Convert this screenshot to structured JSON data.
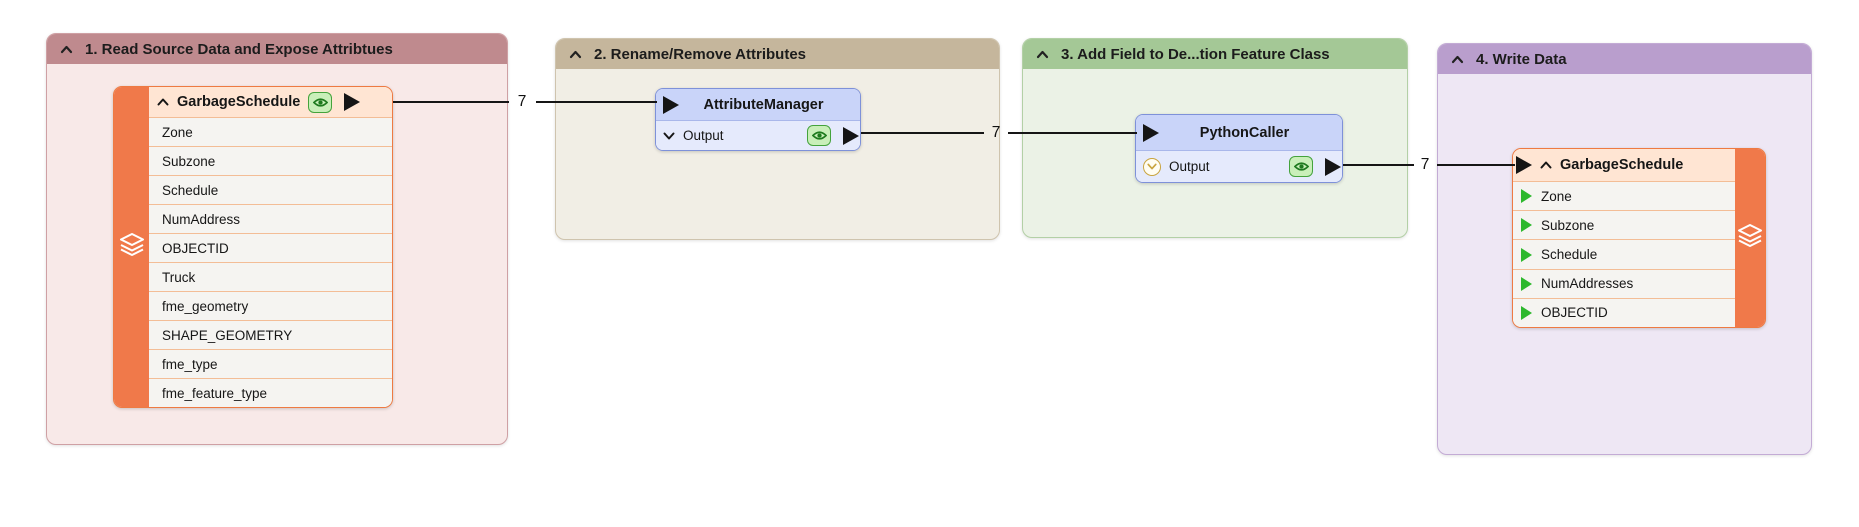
{
  "bookmarks": [
    {
      "title": "1. Read Source Data and Expose Attribtues",
      "header_color": "#bf8a8e",
      "body_color": "#f8e9e8"
    },
    {
      "title": "2. Rename/Remove Attributes",
      "header_color": "#c5b69c",
      "body_color": "#f1eee5"
    },
    {
      "title": "3. Add Field to De...tion Feature Class",
      "header_color": "#a4c896",
      "body_color": "#ebf2e6"
    },
    {
      "title": "4. Write Data",
      "header_color": "#b99ecd",
      "body_color": "#eee7f4"
    }
  ],
  "nodes": {
    "reader": {
      "title": "GarbageSchedule",
      "attributes": [
        "Zone",
        "Subzone",
        "Schedule",
        "NumAddress",
        "OBJECTID",
        "Truck",
        "fme_geometry",
        "SHAPE_GEOMETRY",
        "fme_type",
        "fme_feature_type"
      ]
    },
    "attribute_manager": {
      "title": "AttributeManager",
      "output_label": "Output"
    },
    "python_caller": {
      "title": "PythonCaller",
      "output_label": "Output"
    },
    "writer": {
      "title": "GarbageSchedule",
      "attributes": [
        "Zone",
        "Subzone",
        "Schedule",
        "NumAddresses",
        "OBJECTID"
      ]
    }
  },
  "connections": [
    {
      "count": "7"
    },
    {
      "count": "7"
    },
    {
      "count": "7"
    }
  ],
  "colors": {
    "feature_orange": "#f0794a",
    "feature_header_bg": "#ffe5d3",
    "transformer_header_bg": "#c9d4f9",
    "transformer_row_bg": "#e5eafc",
    "transformer_border": "#7e91d9",
    "eye_badge_bg": "#c9efb9",
    "eye_badge_border": "#44a33c",
    "attribute_green": "#2db82d",
    "connection_black": "#151515"
  }
}
